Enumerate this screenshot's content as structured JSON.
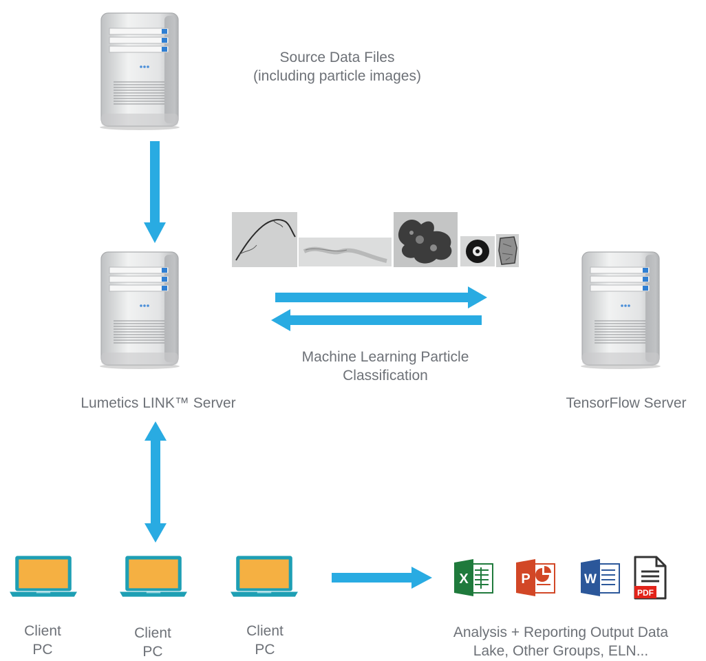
{
  "labels": {
    "source_line1": "Source Data Files",
    "source_line2": "(including particle images)",
    "link_server": "Lumetics LINK™  Server",
    "tensorflow_server": "TensorFlow  Server",
    "ml_line1": "Machine Learning Particle",
    "ml_line2": "Classification",
    "output_line1": "Analysis + Reporting Output Data",
    "output_line2": "Lake, Other Groups, ELN..."
  },
  "clients": [
    {
      "line1": "Client",
      "line2": "PC"
    },
    {
      "line1": "Client",
      "line2": "PC"
    },
    {
      "line1": "Client",
      "line2": "PC"
    }
  ],
  "output_apps": [
    {
      "name": "excel-icon",
      "letter": "X",
      "color": "#1f7a3c"
    },
    {
      "name": "powerpoint-icon",
      "letter": "P",
      "color": "#d24726"
    },
    {
      "name": "word-icon",
      "letter": "W",
      "color": "#2b579a"
    },
    {
      "name": "pdf-icon",
      "letter": "PDF",
      "color": "#e2231a"
    }
  ],
  "colors": {
    "arrow": "#29abe2",
    "laptop_screen": "#f5b042",
    "laptop_body": "#1e9fb4",
    "server_body": "#d9dadb"
  }
}
